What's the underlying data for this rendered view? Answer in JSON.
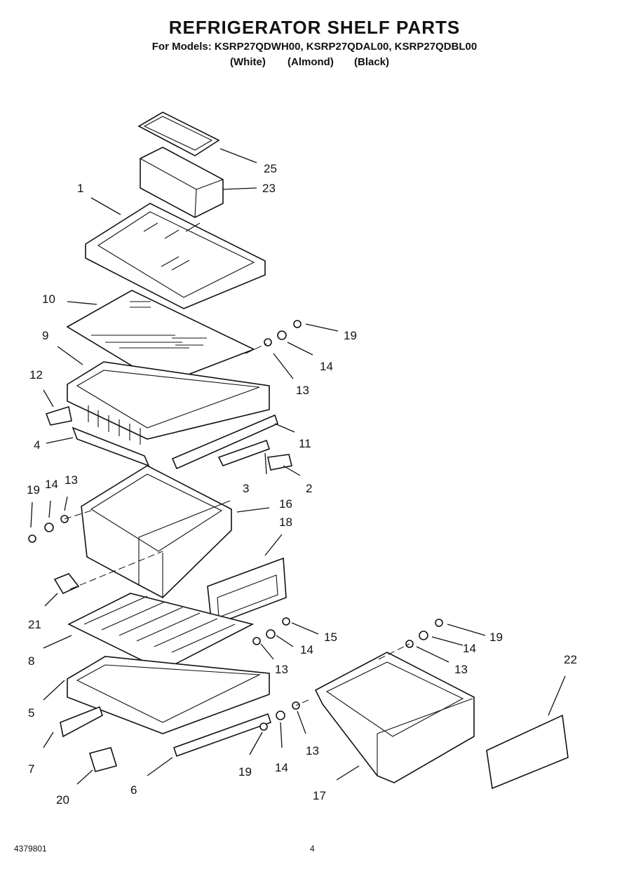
{
  "header": {
    "title": "REFRIGERATOR SHELF PARTS",
    "models": "For Models: KSRP27QDWH00, KSRP27QDAL00, KSRP27QDBL00",
    "colors": [
      "(White)",
      "(Almond)",
      "(Black)"
    ]
  },
  "footer": {
    "doc_number": "4379801",
    "page_number": "4"
  },
  "callouts": [
    "25",
    "23",
    "1",
    "10",
    "9",
    "19",
    "14",
    "13",
    "12",
    "4",
    "11",
    "3",
    "2",
    "19",
    "14",
    "13",
    "16",
    "18",
    "21",
    "8",
    "15",
    "14",
    "13",
    "5",
    "19",
    "14",
    "13",
    "22",
    "7",
    "19",
    "14",
    "13",
    "17",
    "20",
    "6"
  ]
}
